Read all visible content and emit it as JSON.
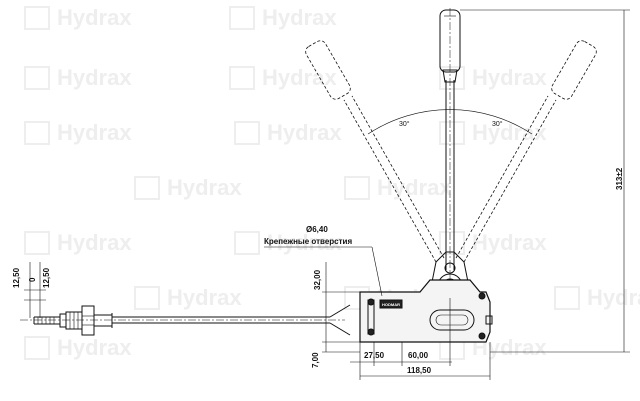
{
  "watermark": {
    "text": "Hydrax"
  },
  "labels": {
    "hole_diameter": "Ø6,40",
    "mounting_holes": "Крепежные отверстия",
    "brand_plate": "HODMAR"
  },
  "dimensions": {
    "left_top": "12,50",
    "left_mid": "0",
    "left_bottom": "12,50",
    "height_32": "32,00",
    "height_7": "7,00",
    "width_27": "27,50",
    "width_60": "60,00",
    "width_118": "118,50",
    "total_height": "313±2"
  },
  "angles": {
    "left": "30°",
    "right": "30°"
  }
}
